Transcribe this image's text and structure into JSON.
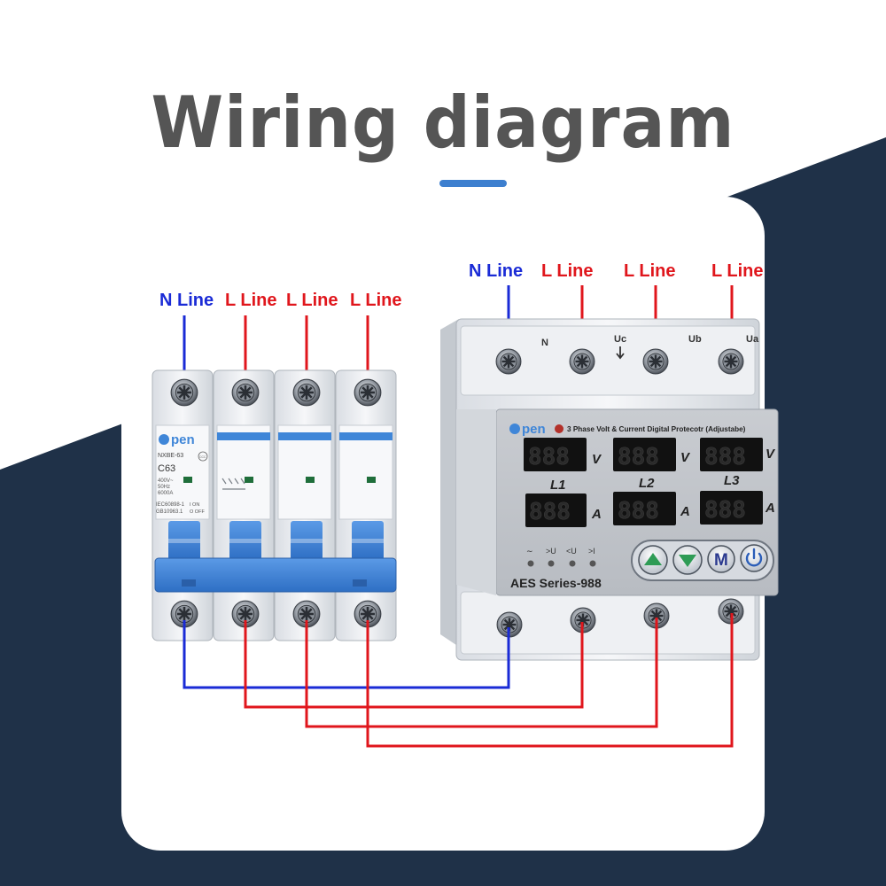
{
  "page": {
    "title": "Wiring diagram"
  },
  "colors": {
    "background_navy": "#1f3148",
    "n_line": "#1a2bd6",
    "l_line": "#e0161c",
    "title": "#555555",
    "accent": "#3d7fcf",
    "breaker_blue": "#3f86d8"
  },
  "breaker": {
    "labels": [
      "N Line",
      "L Line",
      "L Line",
      "L Line"
    ],
    "brand": "pen",
    "model": "NXBE-63",
    "rating": "C63",
    "spec_lines": [
      "400V~",
      "50Hz",
      "6000A"
    ],
    "standards": [
      "IEC60898-1",
      "GB10963.1"
    ],
    "switch_on": "I ON",
    "switch_off": "O OFF",
    "cert_mark": "CCC"
  },
  "protector": {
    "labels": [
      "N Line",
      "L Line",
      "L Line",
      "L Line"
    ],
    "terminals": [
      "N",
      "Uc",
      "Ub",
      "Ua"
    ],
    "brand": "pen",
    "header": "3 Phase Volt & Current Digital Protecotr (Adjustabe)",
    "display": "888",
    "volt_unit": "V",
    "amp_unit": "A",
    "phases": [
      "L1",
      "L2",
      "L3"
    ],
    "indicators": [
      "∼",
      ">U",
      "<U",
      ">I"
    ],
    "series": "AES Series-988",
    "buttons": [
      "up-icon",
      "down-icon",
      "M",
      "power-icon"
    ]
  }
}
